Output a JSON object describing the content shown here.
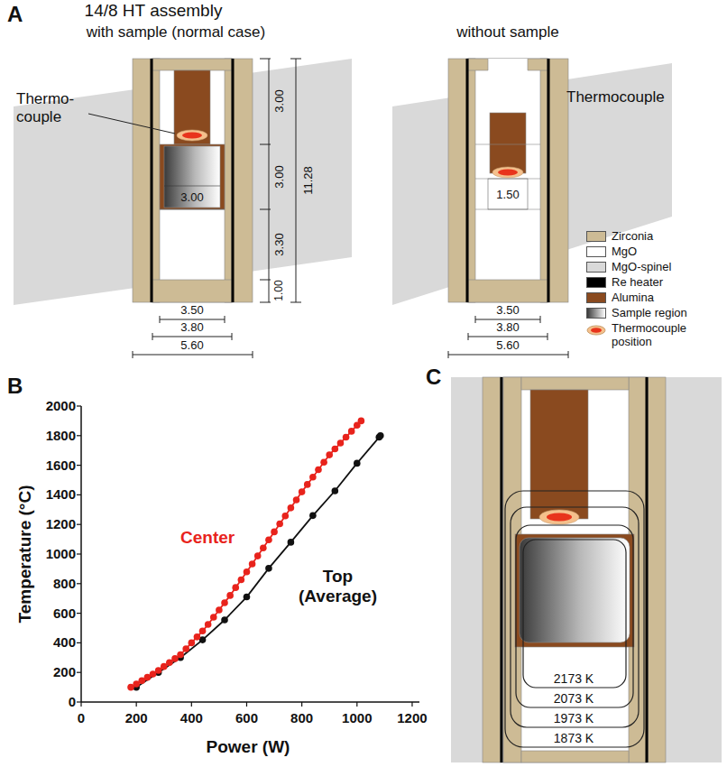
{
  "diagram": {
    "title": "14/8 HT assembly",
    "labels": [
      "A",
      "with sample (normal case)",
      "without sample",
      "Thermo- couple",
      "3.00",
      "3.00",
      "3.00",
      "3.30",
      "1.00",
      "11.28",
      "3.50",
      "3.80",
      "5.60",
      "Thermocouple",
      "1.50",
      "3.50",
      "3.80",
      "5.60",
      "B",
      "Temperature (°C)",
      "Power (W)",
      "0",
      "200",
      "400",
      "600",
      "800",
      "1000",
      "1200",
      "1400",
      "1600",
      "1800",
      "2000",
      "0",
      "200",
      "400",
      "600",
      "800",
      "1000",
      "1200",
      "Center",
      "Top (Average)",
      "C",
      "2173 K",
      "2073 K",
      "1973 K",
      "1873 K"
    ],
    "legend": [
      {
        "text": "Zirconia",
        "color": "#cdbb95"
      },
      {
        "text": "MgO",
        "color": "#ffffff"
      },
      {
        "text": "MgO-spinel",
        "color": "#d9d9d9"
      },
      {
        "text": "Re heater",
        "color": "#000000"
      },
      {
        "text": "Alumina",
        "color": "#8a4a1f"
      },
      {
        "text": "Sample region"
      },
      {
        "text": "Thermocouple position"
      }
    ]
  }
}
